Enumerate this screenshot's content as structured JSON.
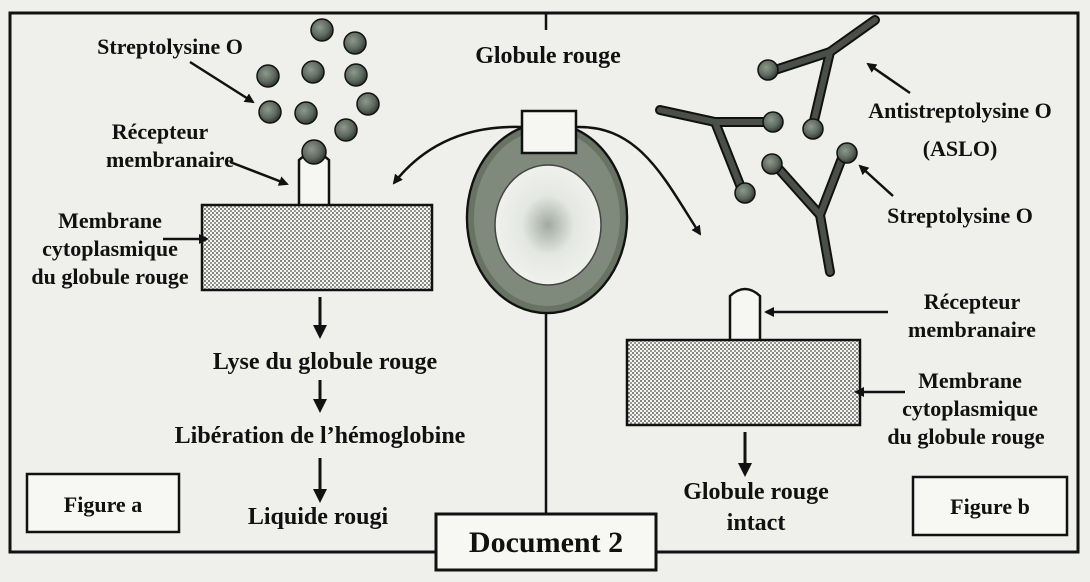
{
  "document_title": "Document 2",
  "top_label": "Globule rouge",
  "figure_a": {
    "caption": "Figure a",
    "streptolysine": "Streptolysine O",
    "recepteur": [
      "Récepteur",
      "membranaire"
    ],
    "membrane": [
      "Membrane",
      "cytoplasmique",
      "du globule rouge"
    ],
    "steps": [
      "Lyse du globule rouge",
      "Libération de l’hémoglobine",
      "Liquide rougi"
    ]
  },
  "figure_b": {
    "caption": "Figure b",
    "antibody": [
      "Antistreptolysine O",
      "(ASLO)"
    ],
    "streptolysine": "Streptolysine O",
    "recepteur": [
      "Récepteur",
      "membranaire"
    ],
    "membrane": [
      "Membrane",
      "cytoplasmique",
      "du globule rouge"
    ],
    "result": [
      "Globule rouge",
      "intact"
    ]
  },
  "colors": {
    "ink": "#111111",
    "paper": "#efefec",
    "cell_outer": "#7f8a7c",
    "cell_inner": "#d9dcd6",
    "toxin_ball": "#6f7a6e"
  }
}
